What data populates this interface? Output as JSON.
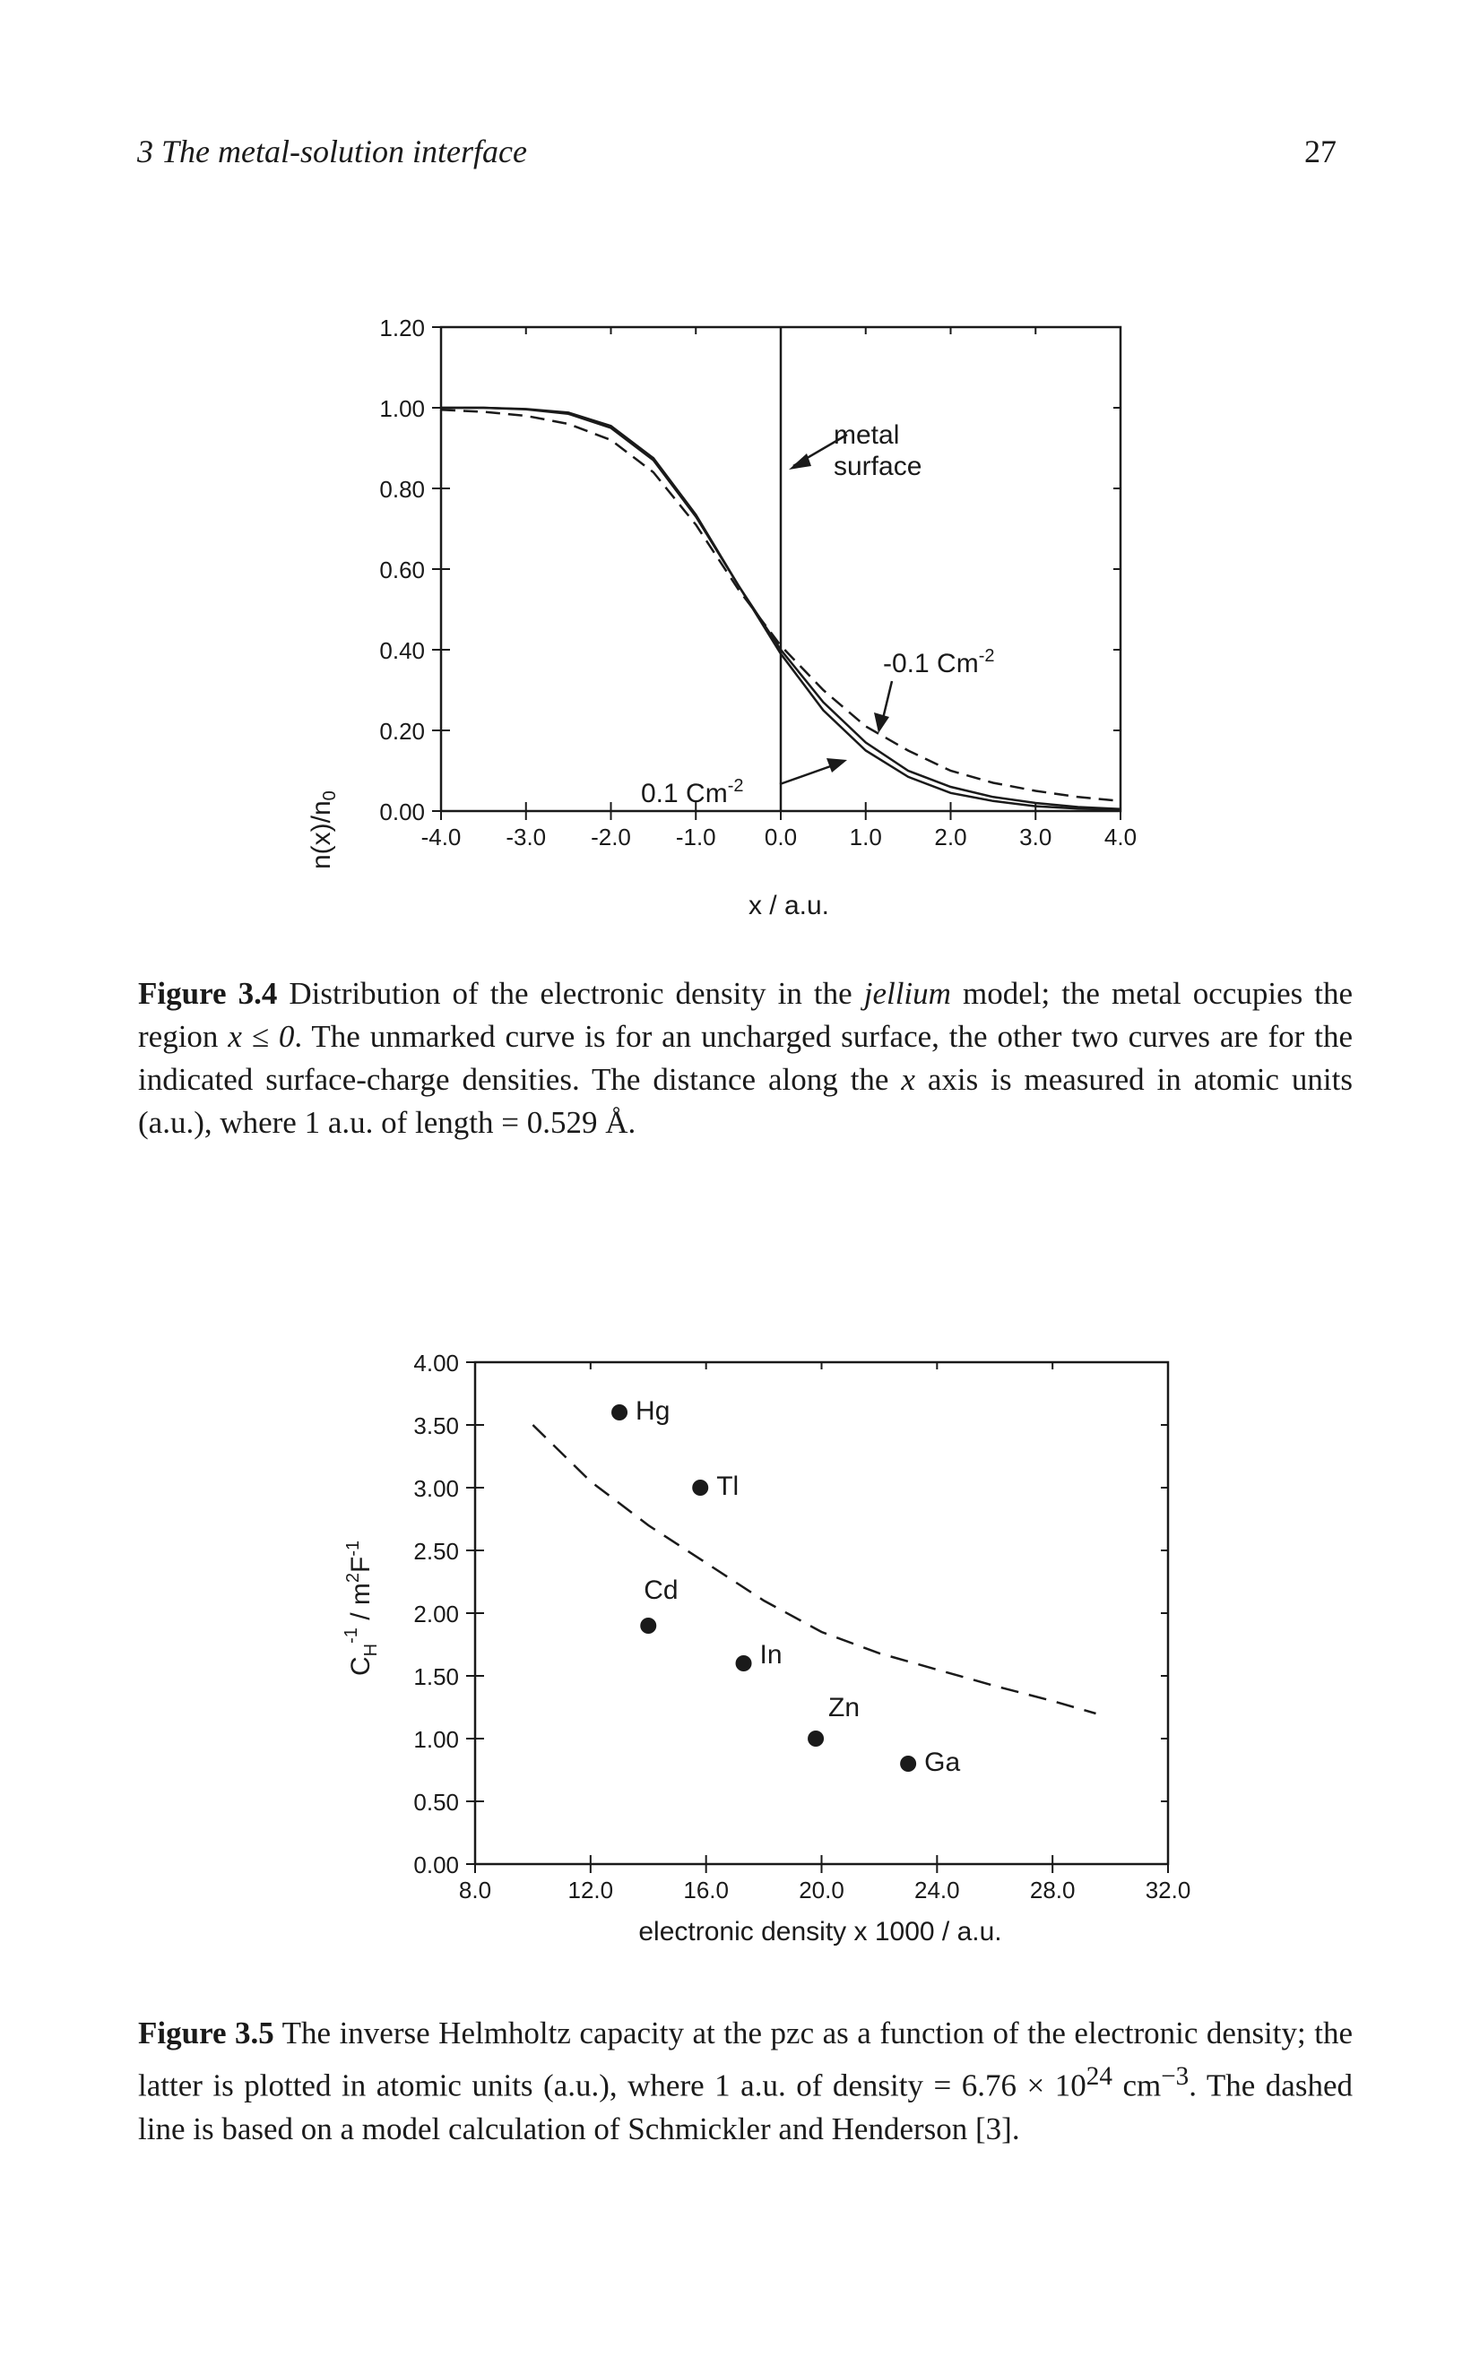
{
  "header": {
    "running_head": "3 The metal-solution interface",
    "page_number": "27"
  },
  "figures": [
    {
      "label": "Figure",
      "number": "3.4",
      "caption_parts": {
        "a": " Distribution of the electronic density in the ",
        "jellium": "jellium",
        "b": " model; the metal occupies the region ",
        "cond": "x ≤ 0",
        "c": ". The unmarked curve is for an uncharged surface, the other two curves are for the indicated surface-charge densities. The distance along the ",
        "x": "x",
        "d": " axis is measured in atomic units (a.u.), where 1 a.u. of length = 0.529 Å."
      }
    },
    {
      "label": "Figure",
      "number": "3.5",
      "caption_parts": {
        "a": " The inverse Helmholtz capacity at the pzc as a function of the electronic density; the latter is plotted in atomic units (a.u.), where 1 a.u. of density = 6.76 × 10",
        "sup1": "24",
        "b": " cm",
        "sup2": "−3",
        "c": ". The dashed line is based on a model calculation of Schmickler and Henderson [3]."
      }
    }
  ],
  "chart_data": [
    {
      "type": "line",
      "xlabel": "x / a.u.",
      "ylabel": "n(x)/n",
      "ylabel_sub": "0",
      "xlim": [
        -4.0,
        4.0
      ],
      "ylim": [
        0.0,
        1.2
      ],
      "xticks": [
        "-4.0",
        "-3.0",
        "-2.0",
        "-1.0",
        "0.0",
        "1.0",
        "2.0",
        "3.0",
        "4.0"
      ],
      "yticks": [
        "0.00",
        "0.20",
        "0.40",
        "0.60",
        "0.80",
        "1.00",
        "1.20"
      ],
      "series": [
        {
          "style": "solid",
          "x": [
            -4.0,
            -3.5,
            -3.0,
            -2.5,
            -2.0,
            -1.5,
            -1.0,
            -0.5,
            0.0,
            0.5,
            1.0,
            1.5,
            2.0,
            2.5,
            3.0,
            3.5,
            4.0
          ],
          "y": [
            1.0,
            1.0,
            0.996,
            0.985,
            0.95,
            0.87,
            0.73,
            0.56,
            0.4,
            0.27,
            0.17,
            0.1,
            0.06,
            0.035,
            0.02,
            0.01,
            0.005
          ]
        },
        {
          "style": "solid",
          "annotation": "0.1 Cm",
          "annotation_sup": "-2",
          "x": [
            -4.0,
            -3.5,
            -3.0,
            -2.5,
            -2.0,
            -1.5,
            -1.0,
            -0.5,
            0.0,
            0.5,
            1.0,
            1.5,
            2.0,
            2.5,
            3.0,
            3.5,
            4.0
          ],
          "y": [
            1.0,
            1.0,
            0.997,
            0.988,
            0.955,
            0.875,
            0.735,
            0.56,
            0.39,
            0.25,
            0.15,
            0.085,
            0.045,
            0.025,
            0.012,
            0.006,
            0.003
          ]
        },
        {
          "style": "dashed",
          "annotation": "-0.1 Cm",
          "annotation_sup": "-2",
          "x": [
            -4.0,
            -3.5,
            -3.0,
            -2.5,
            -2.0,
            -1.5,
            -1.0,
            -0.5,
            0.0,
            0.5,
            1.0,
            1.5,
            2.0,
            2.5,
            3.0,
            3.5,
            4.0
          ],
          "y": [
            0.995,
            0.99,
            0.98,
            0.96,
            0.92,
            0.84,
            0.71,
            0.55,
            0.41,
            0.3,
            0.21,
            0.15,
            0.1,
            0.07,
            0.05,
            0.035,
            0.025
          ]
        }
      ],
      "vline": {
        "x": 0.0,
        "label_line1": "metal",
        "label_line2": "surface"
      }
    },
    {
      "type": "scatter",
      "xlabel": "electronic density x 1000 / a.u.",
      "ylabel_parts": {
        "c": "C",
        "sub": "H",
        "sup1": "-1",
        "mid": " / m",
        "sup2": "2",
        "f": "F",
        "sup3": "-1"
      },
      "xlim": [
        8.0,
        32.0
      ],
      "ylim": [
        0.0,
        4.0
      ],
      "xticks": [
        "8.0",
        "12.0",
        "16.0",
        "20.0",
        "24.0",
        "28.0",
        "32.0"
      ],
      "yticks": [
        "0.00",
        "0.50",
        "1.00",
        "1.50",
        "2.00",
        "2.50",
        "3.00",
        "3.50",
        "4.00"
      ],
      "points": [
        {
          "label": "Hg",
          "x": 13.0,
          "y": 3.6
        },
        {
          "label": "Tl",
          "x": 15.8,
          "y": 3.0
        },
        {
          "label": "Cd",
          "x": 14.0,
          "y": 1.9
        },
        {
          "label": "In",
          "x": 17.3,
          "y": 1.6
        },
        {
          "label": "Zn",
          "x": 19.8,
          "y": 1.0
        },
        {
          "label": "Ga",
          "x": 23.0,
          "y": 0.8
        }
      ],
      "model_line": {
        "style": "dashed",
        "x": [
          10.0,
          12.0,
          14.0,
          16.0,
          18.0,
          20.0,
          22.0,
          24.0,
          26.0,
          28.0,
          29.5
        ],
        "y": [
          3.5,
          3.05,
          2.7,
          2.4,
          2.1,
          1.85,
          1.68,
          1.55,
          1.42,
          1.3,
          1.2
        ]
      }
    }
  ]
}
